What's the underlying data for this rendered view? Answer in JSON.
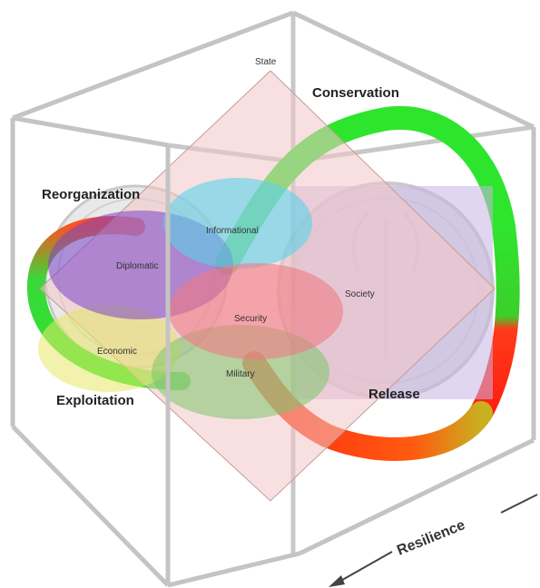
{
  "labels": {
    "state": "State",
    "conservation": "Conservation",
    "reorganization": "Reorganization",
    "exploitation": "Exploitation",
    "release": "Release",
    "resilience": "Resilience"
  },
  "domains": {
    "informational": "Informational",
    "diplomatic": "Diplomatic",
    "society": "Society",
    "security": "Security",
    "economic": "Economic",
    "military": "Military"
  },
  "colors": {
    "cube_edge": "#c4c4c4",
    "loop_green": "#22e022",
    "loop_red": "#ff2a1a",
    "state_plane": "#f2c6c6",
    "informational": "#5ad2ea",
    "diplomatic": "#7a44c8",
    "society": "#c8b4e4",
    "security": "#f07a84",
    "economic": "#e8e86a",
    "military": "#7cc46a"
  }
}
